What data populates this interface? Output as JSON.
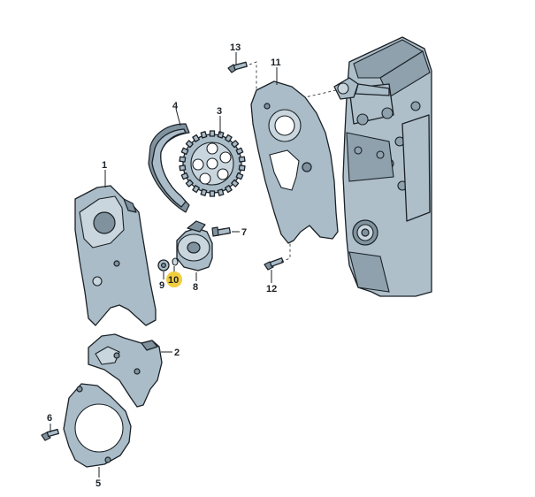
{
  "callouts": [
    {
      "id": "1",
      "label": "1"
    },
    {
      "id": "2",
      "label": "2"
    },
    {
      "id": "3",
      "label": "3"
    },
    {
      "id": "4",
      "label": "4"
    },
    {
      "id": "5",
      "label": "5"
    },
    {
      "id": "6",
      "label": "6"
    },
    {
      "id": "7",
      "label": "7"
    },
    {
      "id": "8",
      "label": "8"
    },
    {
      "id": "9",
      "label": "9"
    },
    {
      "id": "10",
      "label": "10",
      "highlighted": true
    },
    {
      "id": "11",
      "label": "11"
    },
    {
      "id": "12",
      "label": "12"
    },
    {
      "id": "13",
      "label": "13"
    }
  ],
  "colors": {
    "part_fill": "#a9bcc8",
    "outline": "#1b2126",
    "highlight": "#f2cd3b",
    "background": "#ffffff"
  }
}
